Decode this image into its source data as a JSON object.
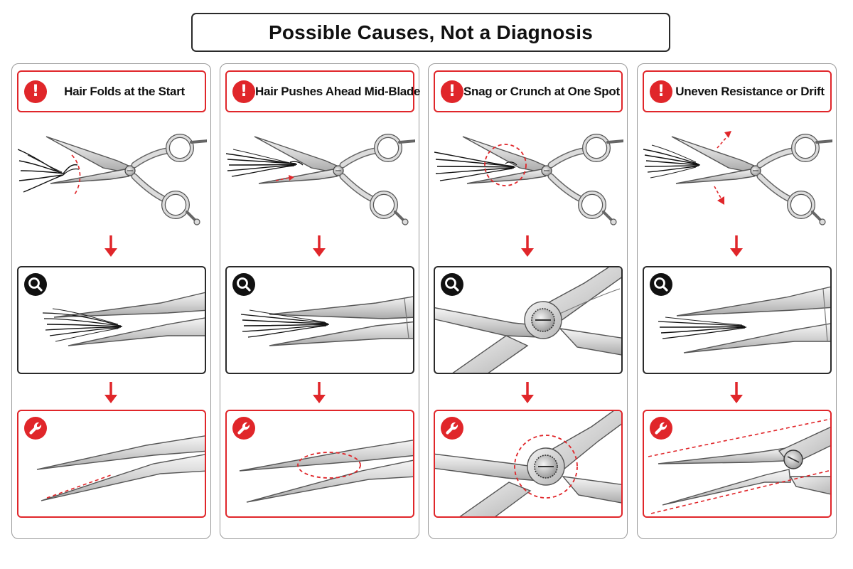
{
  "title": "Possible Causes, Not a Diagnosis",
  "accent_color": "#e0262a",
  "icons": {
    "alert": "exclamation-alert-icon",
    "inspect": "magnifier-icon",
    "fix": "wrench-icon"
  },
  "columns": [
    {
      "heading": "Hair Folds at the Start",
      "alert_glyph": "!"
    },
    {
      "heading": "Hair Pushes Ahead Mid-Blade",
      "alert_glyph": "!"
    },
    {
      "heading": "Snag or Crunch at One Spot",
      "alert_glyph": "!"
    },
    {
      "heading": "Uneven Resistance or Drift",
      "alert_glyph": "!"
    }
  ]
}
